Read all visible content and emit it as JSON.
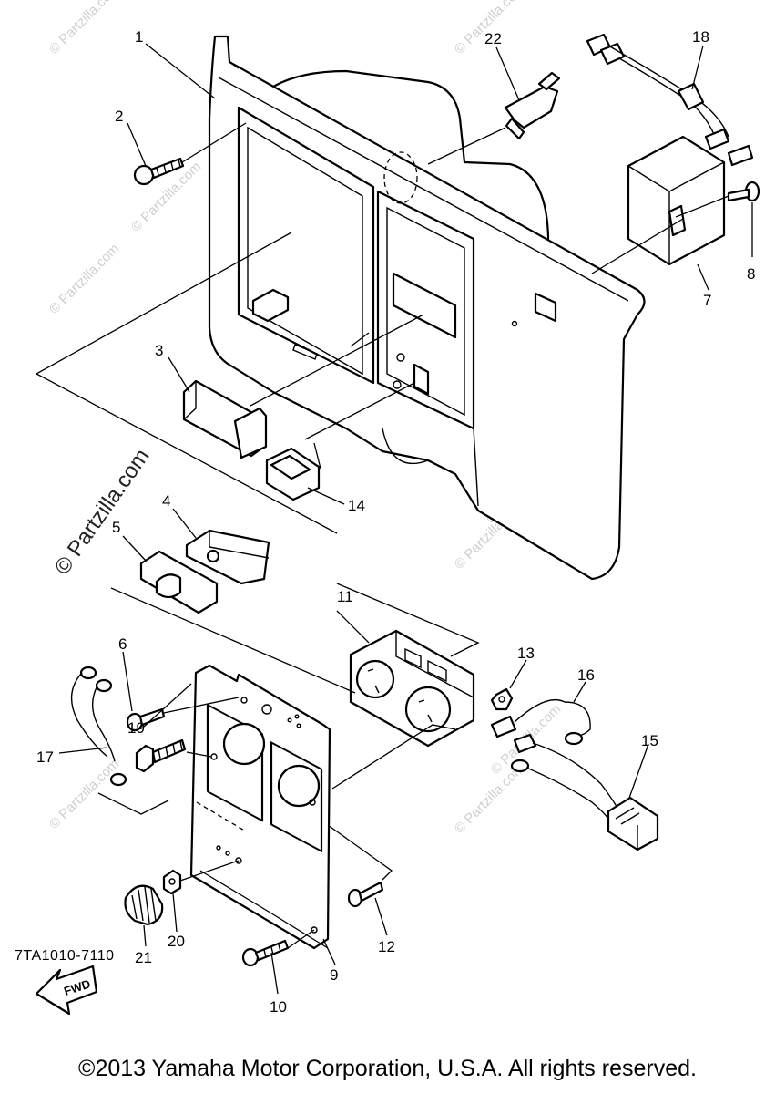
{
  "diagram": {
    "callouts": [
      "1",
      "2",
      "3",
      "4",
      "5",
      "6",
      "7",
      "8",
      "9",
      "10",
      "11",
      "12",
      "13",
      "14",
      "15",
      "16",
      "17",
      "18",
      "19",
      "20",
      "21",
      "22"
    ],
    "direction_arrow_label": "FWD",
    "watermark_text": "© Partzilla.com",
    "reference_code": "7TA1010-7110"
  },
  "footer": {
    "copyright": "©2013  Yamaha Motor Corporation, U.S.A. All rights reserved."
  }
}
